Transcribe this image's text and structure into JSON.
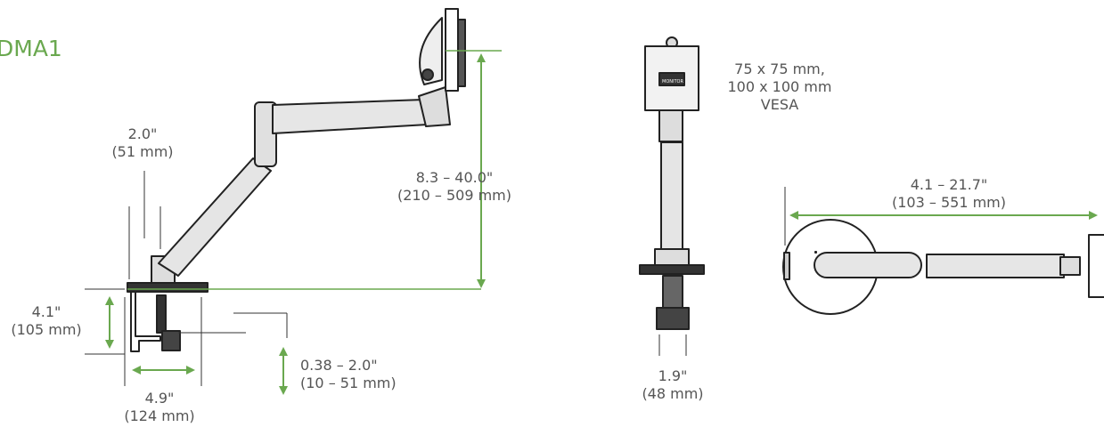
{
  "title": "DMA1",
  "labels": {
    "arm_width": [
      "2.0\"",
      "(51 mm)"
    ],
    "height_range": [
      "8.3 – 40.0\"",
      "(210 – 509 mm)"
    ],
    "clamp_height": [
      "4.1\"",
      "(105 mm)"
    ],
    "clamp_depth": [
      "4.9\"",
      "(124 mm)"
    ],
    "desk_thickness": [
      "0.38 – 2.0\"",
      "(10 – 51 mm)"
    ],
    "vesa": [
      "75 x 75 mm,",
      "100 x 100 mm",
      "VESA"
    ],
    "pole_width": [
      "1.9\"",
      "(48 mm)"
    ],
    "reach": [
      "4.1 – 21.7\"",
      "(103 – 551 mm)"
    ]
  },
  "plate_label": "MONITOR",
  "colors": {
    "accent": "#6aa84f",
    "line": "#222222",
    "text": "#555555",
    "dim": "#444444"
  }
}
